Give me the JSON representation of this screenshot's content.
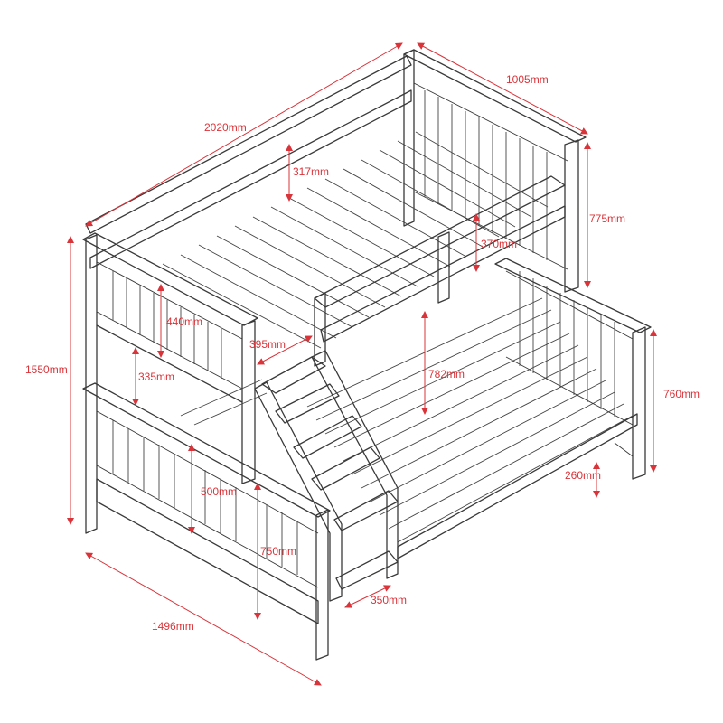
{
  "colors": {
    "dimension": "#d9343a",
    "frame": "#3a3a3a",
    "background": "#ffffff"
  },
  "dimensions": {
    "overall_length": "2020mm",
    "overall_width": "1005mm",
    "top_head_height": "775mm",
    "top_guard_height": "317mm",
    "top_guard_small": "370mm",
    "top_end_height": "440mm",
    "stair_width": "395mm",
    "under_top_gap": "335mm",
    "total_height": "1550mm",
    "top_to_bottom_deck": "782mm",
    "bottom_end_height": "760mm",
    "bottom_leg_height": "260mm",
    "bottom_front_height": "500mm",
    "bottom_end_panel": "750mm",
    "step_depth": "350mm",
    "bottom_width": "1496mm"
  }
}
